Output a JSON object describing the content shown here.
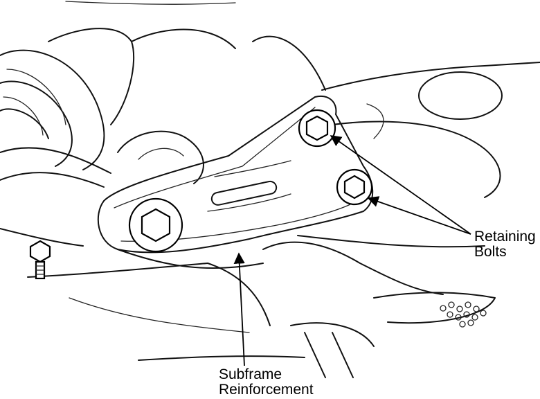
{
  "caption_top": "",
  "labels": {
    "retaining_bolts": [
      "Retaining",
      "Bolts"
    ],
    "subframe_reinforcement": [
      "Subframe",
      "Reinforcement"
    ]
  },
  "colors": {
    "line": "#111111",
    "background": "#ffffff"
  }
}
